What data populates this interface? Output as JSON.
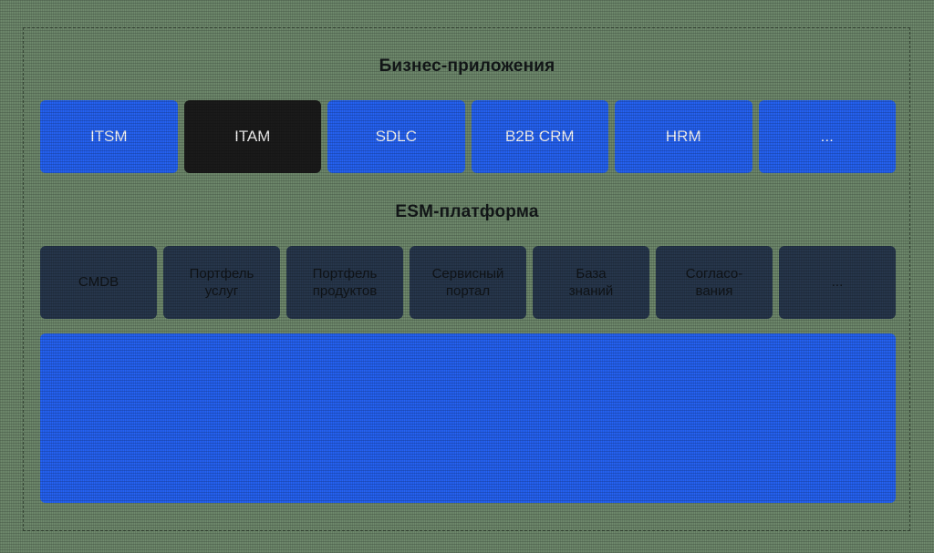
{
  "diagram": {
    "type": "layered-architecture",
    "sections": [
      {
        "id": "business-apps",
        "title": "Бизнес-приложения",
        "cards": [
          {
            "label": "ITSM",
            "state": "default"
          },
          {
            "label": "ITAM",
            "state": "active"
          },
          {
            "label": "SDLC",
            "state": "default"
          },
          {
            "label": "B2B CRM",
            "state": "default"
          },
          {
            "label": "HRM",
            "state": "default"
          },
          {
            "label": "...",
            "state": "default"
          }
        ]
      },
      {
        "id": "esm-platform",
        "title": "ESM-платформа",
        "cards": [
          {
            "label": "CMDB"
          },
          {
            "label": "Портфель\nуслуг"
          },
          {
            "label": "Портфель\nпродуктов"
          },
          {
            "label": "Сервисный\nпортал"
          },
          {
            "label": "База\nзнаний"
          },
          {
            "label": "Согласо-\nвания"
          },
          {
            "label": "..."
          }
        ]
      }
    ],
    "infrastructure": {
      "label": ""
    }
  },
  "colors": {
    "accent_blue": "#2563f5",
    "active_dark": "#1b1b1b",
    "module_navy": "#27374d",
    "background": "#6f8a6d",
    "text_light": "#ffffff",
    "text_dark": "#101418"
  }
}
